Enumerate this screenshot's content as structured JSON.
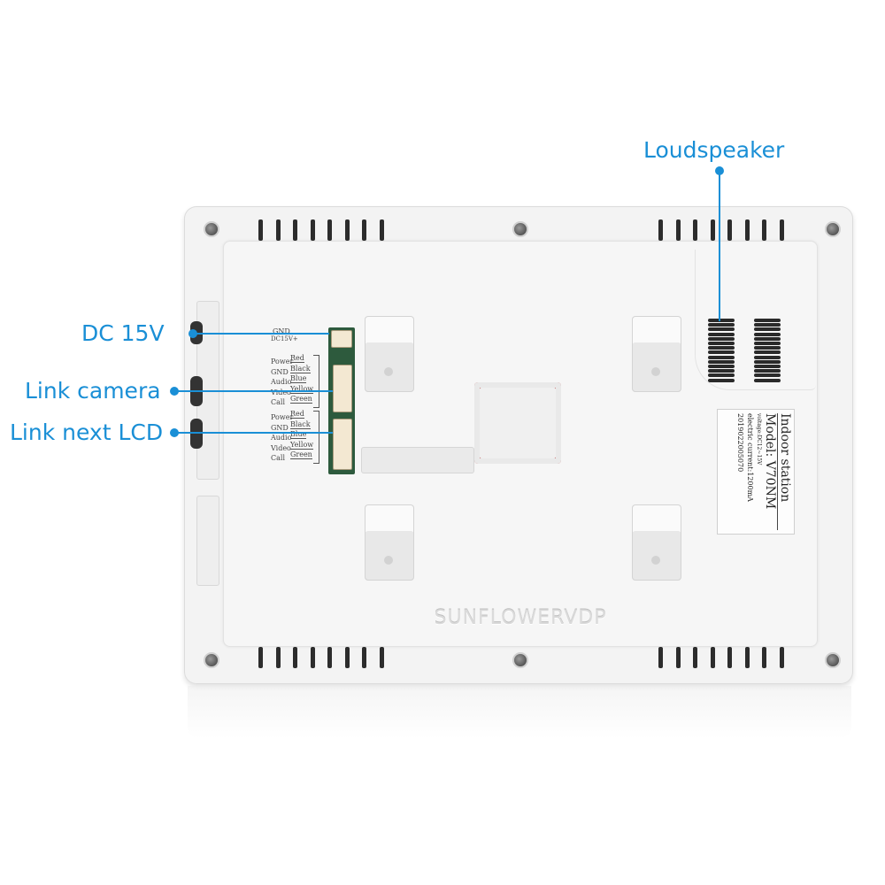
{
  "callouts": {
    "dc": "DC 15V",
    "camera": "Link camera",
    "lcd": "Link next LCD",
    "speaker": "Loudspeaker"
  },
  "power_header": {
    "gnd": "GND",
    "dc": "DC15V+"
  },
  "camera_pins": [
    {
      "name": "Power",
      "color": "Red"
    },
    {
      "name": "GND",
      "color": "Black"
    },
    {
      "name": "Audio",
      "color": "Blue"
    },
    {
      "name": "Video",
      "color": "Yellow"
    },
    {
      "name": "Call",
      "color": "Green"
    }
  ],
  "lcd_pins": [
    {
      "name": "Power",
      "color": "Red"
    },
    {
      "name": "GND",
      "color": "Black"
    },
    {
      "name": "Audio",
      "color": "Blue"
    },
    {
      "name": "Video",
      "color": "Yellow"
    },
    {
      "name": "Call",
      "color": "Green"
    }
  ],
  "label": {
    "title": "Indoor station",
    "model": "Model: V70NM",
    "voltage": "voltage:DC12~15V",
    "current": "electric current:1200mA",
    "serial": "2019022005070"
  },
  "brand": "SUNFLOWERVDP",
  "accent_color": "#1a8fd6"
}
